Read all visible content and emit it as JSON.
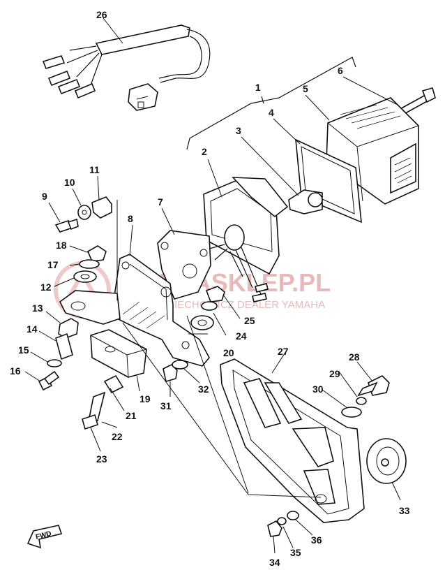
{
  "watermark": {
    "brand": "YAMASKLEP.PL",
    "tagline": "WŁOCIECHOWICZ DEALER YAMAHA"
  },
  "fwd_label": "FWD",
  "callouts": [
    "1",
    "2",
    "3",
    "4",
    "5",
    "6",
    "7",
    "8",
    "9",
    "10",
    "11",
    "12",
    "13",
    "14",
    "15",
    "16",
    "17",
    "18",
    "19",
    "20",
    "21",
    "22",
    "23",
    "24",
    "25",
    "26",
    "27",
    "28",
    "29",
    "30",
    "31",
    "32",
    "33",
    "34",
    "35",
    "36"
  ],
  "colors": {
    "ink": "#111111",
    "watermark": "#e8b9b9"
  }
}
